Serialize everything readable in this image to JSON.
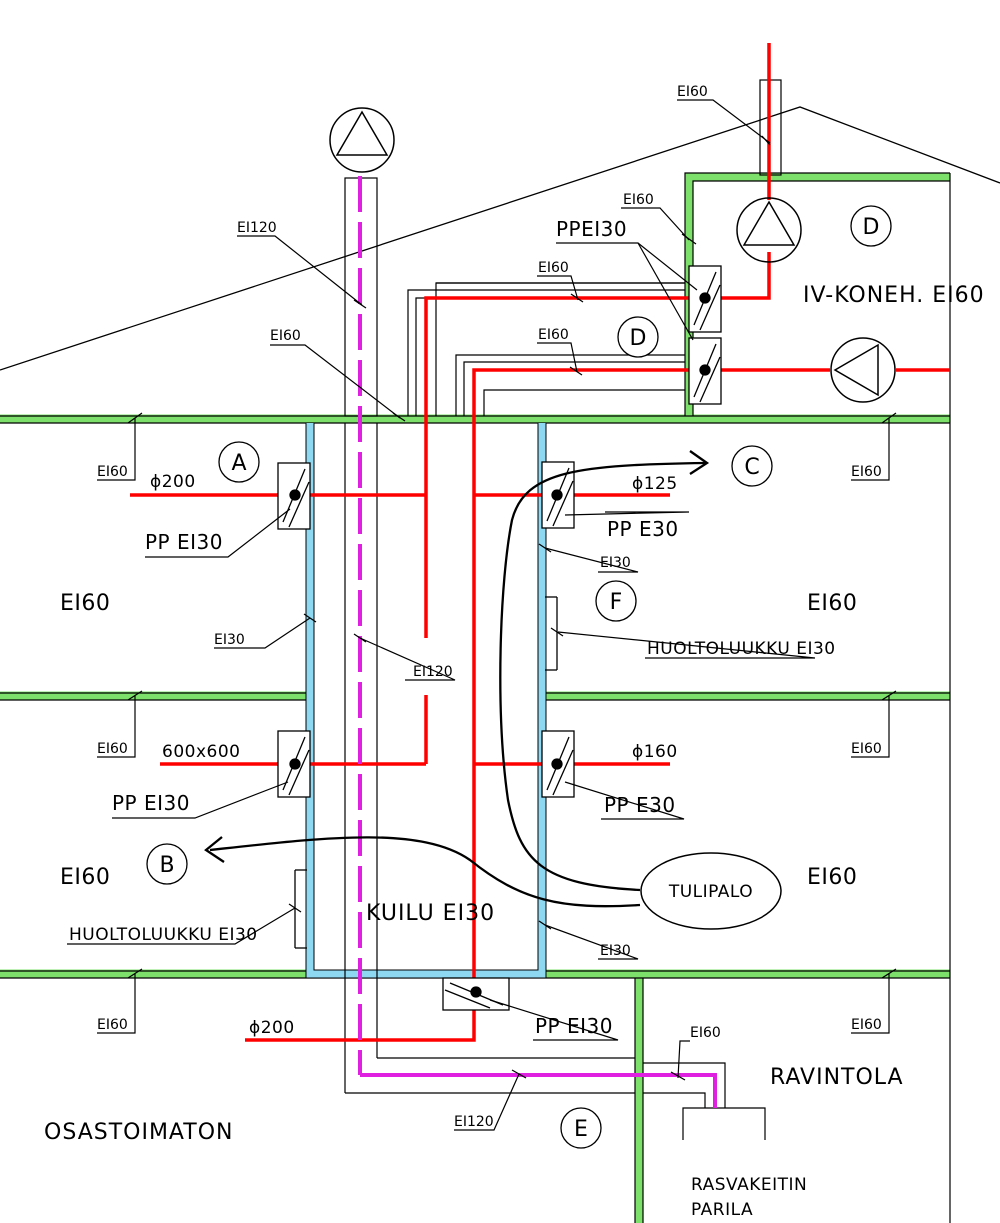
{
  "colors": {
    "fire_wall_ei60": "#7CE06B",
    "shaft_wall_ei30": "#8FD8F2",
    "supply_duct": "#FF0000",
    "exhaust_duct_ei120": "#E020E0",
    "line": "#000000"
  },
  "icons": [
    "fan-icon",
    "fire-damper-icon",
    "fire-spread-arrow-icon"
  ],
  "markers": {
    "A": "A",
    "B": "B",
    "C": "C",
    "D1": "D",
    "D2": "D",
    "E": "E",
    "F": "F"
  },
  "rooms": {
    "ahu_room": "IV-KONEH. EI60",
    "restaurant": "RAVINTOLA",
    "ward_room": "OSASTOIMATON",
    "shaft": "KUILU EI30",
    "fire": "TULIPALO",
    "fryer_line1": "RASVAKEITIN",
    "fryer_line2": "PARILA"
  },
  "zones": {
    "upper_left": "EI60",
    "upper_right": "EI60",
    "lower_left": "EI60",
    "lower_right": "EI60"
  },
  "ducts": {
    "upper_left": "ϕ200",
    "upper_right": "ϕ125",
    "lower_left": "600x600",
    "lower_right": "ϕ160",
    "ground": "ϕ200"
  },
  "dampers": {
    "roof": "PPEI30",
    "upper_left": "PP EI30",
    "upper_right": "PP E30",
    "lower_left": "PP EI30",
    "lower_right": "PP E30",
    "ground": "PP EI30"
  },
  "hatches": {
    "right": "HUOLTOLUUKKU EI30",
    "left": "HUOLTOLUUKKU EI30"
  },
  "callouts": {
    "roof_penetration": "EI60",
    "ahu_wall": "EI60",
    "duct_top": "EI60",
    "duct_second": "EI60",
    "roof_insulation": "EI60",
    "exhaust_upper": "EI120",
    "exhaust_mid": "EI120",
    "exhaust_lower": "EI120",
    "floor1_left": "EI60",
    "floor1_right": "EI60",
    "floor2_left": "EI60",
    "floor2_right": "EI60",
    "floor3_left": "EI60",
    "floor3_right": "EI60",
    "restaurant_duct": "EI60",
    "shaft_left": "EI30",
    "shaft_right_upper": "EI30",
    "shaft_right_lower": "EI30"
  }
}
